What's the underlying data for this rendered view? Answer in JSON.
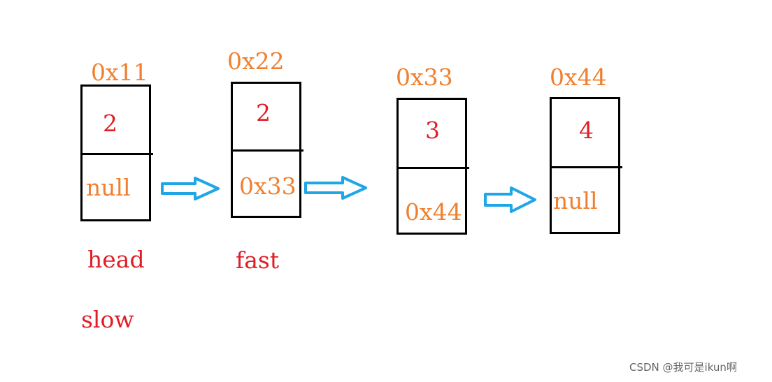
{
  "colors": {
    "address": "#f08030",
    "value": "#e01e28",
    "pointer": "#f08030",
    "label": "#e01e28",
    "arrow": "#1ea6e6",
    "box": "#000000",
    "watermark": "#666666"
  },
  "nodes": [
    {
      "address": "0x11",
      "value": "2",
      "next": "null"
    },
    {
      "address": "0x22",
      "value": "2",
      "next": "0x33"
    },
    {
      "address": "0x33",
      "value": "3",
      "next": "0x44"
    },
    {
      "address": "0x44",
      "value": "4",
      "next": "null"
    }
  ],
  "labels": {
    "head": "head",
    "slow": "slow",
    "fast": "fast"
  },
  "arrow_icon": "right-arrow-icon",
  "watermark": "CSDN @我可是ikun啊"
}
